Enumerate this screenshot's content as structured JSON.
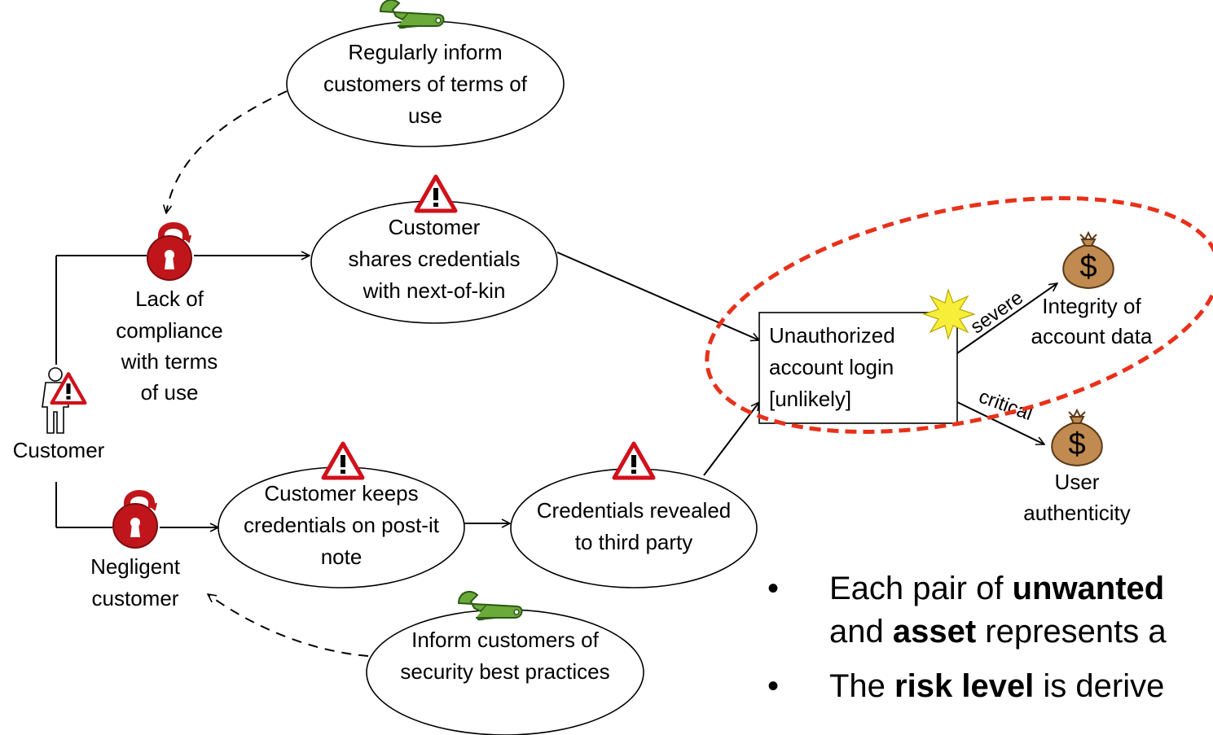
{
  "nodes": {
    "treatment_top": [
      "Regularly inform",
      "customers of terms of",
      "use"
    ],
    "threat_scenario_share": [
      "Customer",
      "shares credentials",
      "with next-of-kin"
    ],
    "vulnerability_compliance": [
      "Lack of",
      "compliance",
      "with terms",
      "of use"
    ],
    "threat_customer": "Customer",
    "threat_scenario_postit": [
      "Customer keeps",
      "credentials on post-it",
      "note"
    ],
    "threat_scenario_revealed": [
      "Credentials revealed",
      "to third party"
    ],
    "vulnerability_negligent": [
      "Negligent",
      "customer"
    ],
    "treatment_bottom": [
      "Inform customers of",
      "security best practices"
    ],
    "unwanted_incident": [
      "Unauthorized",
      "account login",
      "[unlikely]"
    ],
    "asset_integrity": [
      "Integrity of",
      "account data"
    ],
    "asset_authenticity": [
      "User",
      "authenticity"
    ]
  },
  "edges": {
    "severe": "severe",
    "critical": "critical"
  },
  "icons": {
    "treatment": "wrench-icon",
    "threat_scenario": "warning-triangle-icon",
    "vulnerability": "open-padlock-icon",
    "threat": "person-icon",
    "incident": "starburst-icon",
    "asset": "money-bag-icon"
  },
  "bullets": [
    {
      "pre": "Each pair of ",
      "b1": "unwanted",
      "mid": "",
      "b2": "",
      "post": ""
    },
    {
      "pre": "and ",
      "b1": "asset",
      "mid": " represents a",
      "b2": "",
      "post": ""
    },
    {
      "pre": "The ",
      "b1": "risk level",
      "mid": " is derive",
      "b2": "",
      "post": ""
    }
  ],
  "colors": {
    "highlight": "#e8311a",
    "wrench": "#6aaa3a",
    "lock": "#c0161b",
    "warning": "#d0111b",
    "bag": "#c08a50",
    "star": "#f7ee3a"
  }
}
